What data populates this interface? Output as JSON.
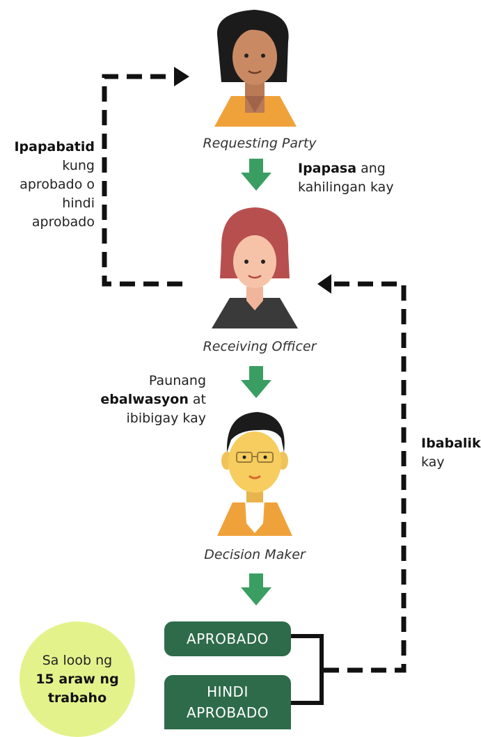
{
  "roles": {
    "requesting": "Requesting Party",
    "receiving": "Receiving Officer",
    "decision": "Decision Maker"
  },
  "notes": {
    "notify_bold": "Ipapabatid",
    "notify_rest_1": "kung",
    "notify_rest_2": "aprobado o",
    "notify_rest_3": "hindi",
    "notify_rest_4": "aprobado",
    "forward_bold": "Ipapasa",
    "forward_rest_1": "ang",
    "forward_rest_2": "kahilingan kay",
    "prelim_1": "Paunang",
    "prelim_bold": "ebalwasyon",
    "prelim_rest": "at",
    "prelim_3": "ibibigay kay",
    "return_bold": "Ibabalik",
    "return_rest": "kay"
  },
  "outcomes": {
    "approved": "APROBADO",
    "not_approved_1": "HINDI",
    "not_approved_2": "APROBADO"
  },
  "deadline": {
    "line1": "Sa loob ng",
    "line2_bold": "15 araw ng",
    "line3_bold": "trabaho"
  },
  "colors": {
    "arrow_green": "#3a9e62",
    "box_green": "#2e6b4a",
    "deadline_circle": "#e4f28c",
    "dashed_line": "#111111"
  }
}
